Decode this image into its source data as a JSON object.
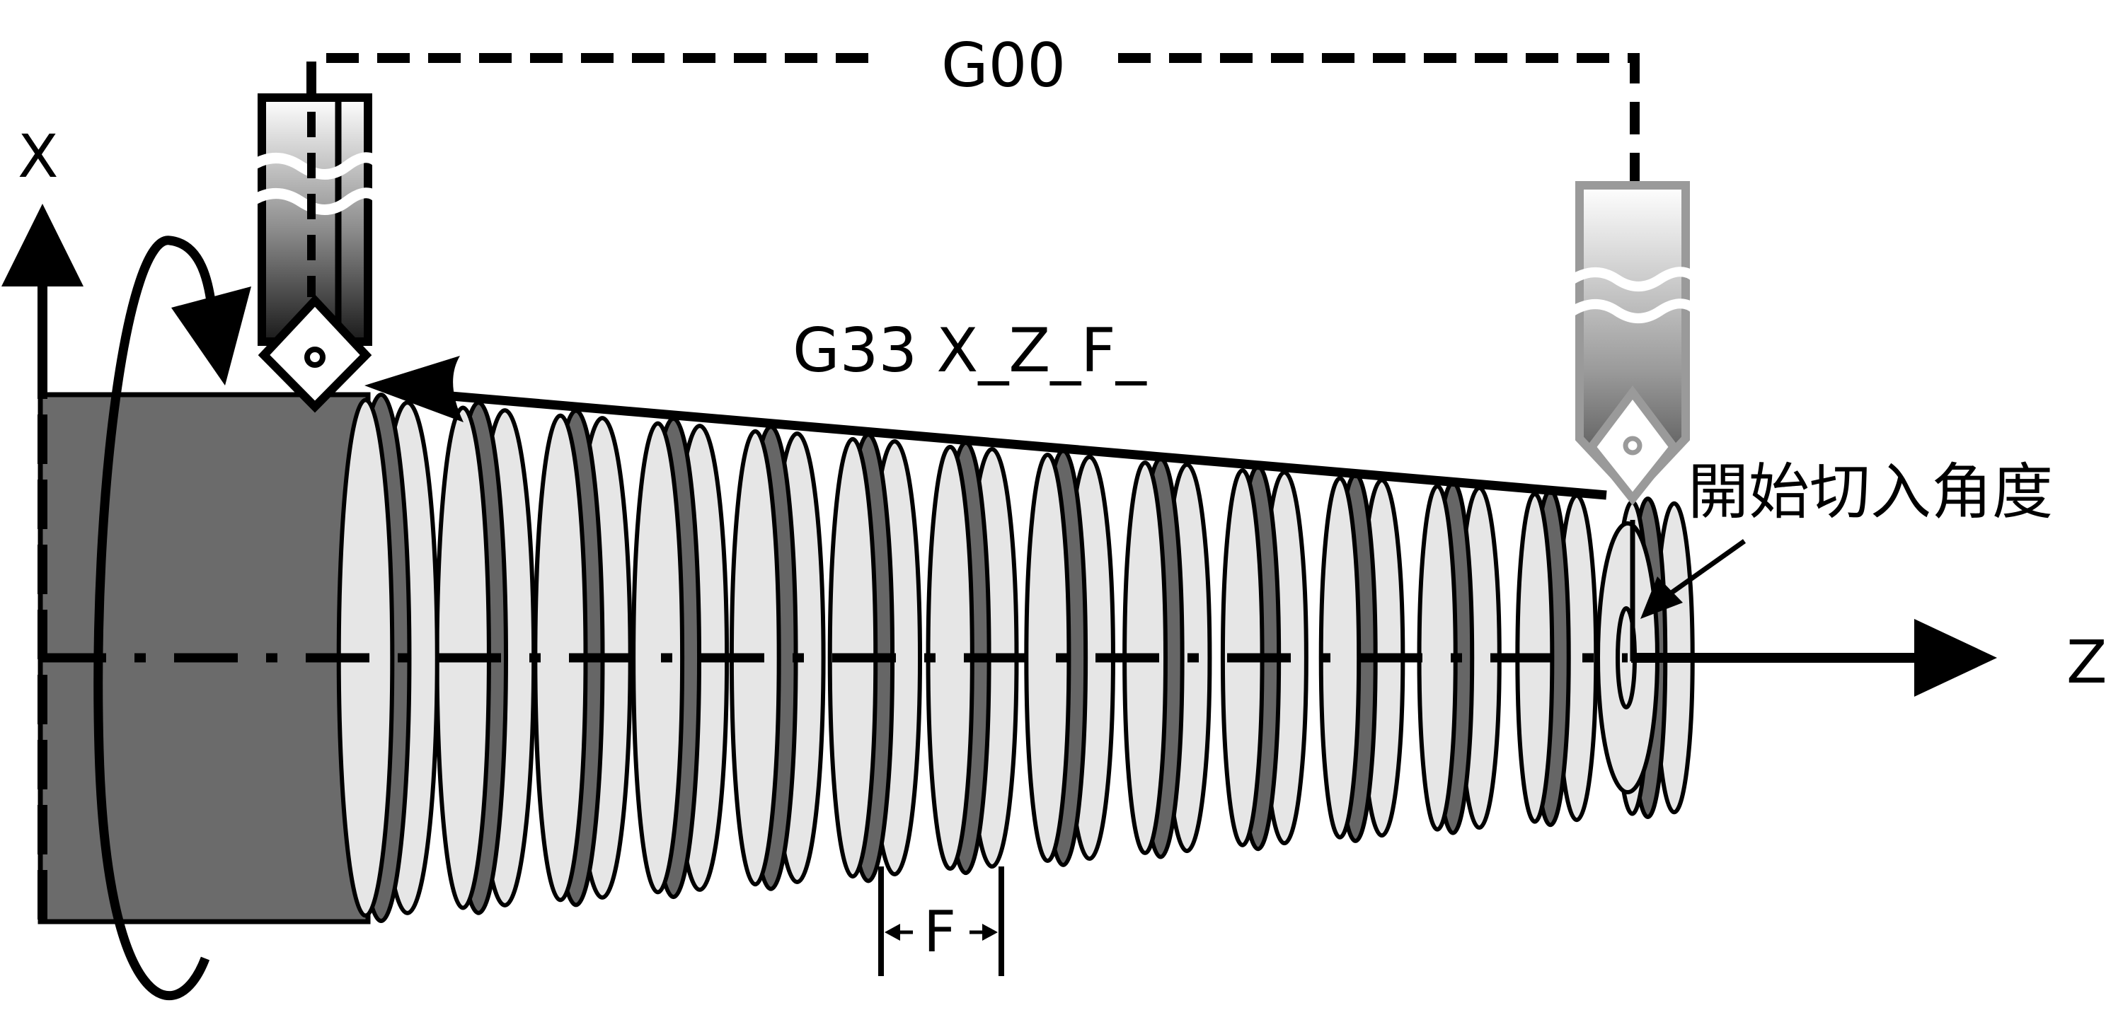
{
  "labels": {
    "rapid_move": "G00",
    "thread_cmd": "G33 X_Z_F_",
    "x_axis": "X",
    "z_axis": "Z",
    "pitch": "F",
    "start_angle": "開始切入角度"
  },
  "colors": {
    "workpiece_dark": "#6b6b6b",
    "thread_light": "#e6e6e6",
    "thread_dark": "#666666",
    "tool_grey": "#9a9a9a",
    "line": "#000000"
  },
  "icons": {
    "active_tool": "cutting-tool-icon",
    "ghost_tool": "cutting-tool-ghost-icon",
    "rotation": "rotation-arrow-icon"
  }
}
